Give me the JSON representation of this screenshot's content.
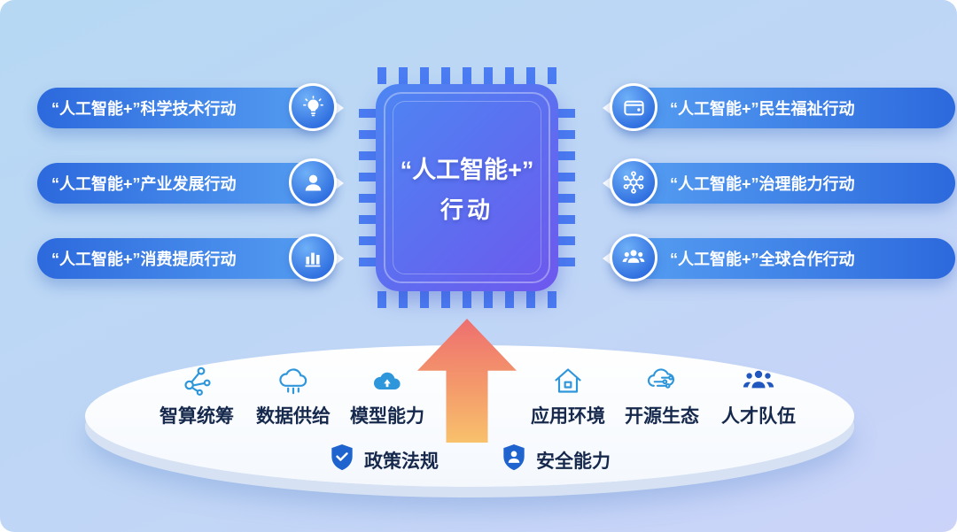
{
  "colors": {
    "background_top": "#b6d8f3",
    "background_bottom": "#cbd3f9",
    "pill_gradient_dark": "#2c69dd",
    "pill_gradient_light": "#57a0f3",
    "chip_gradient_start": "#4d86f2",
    "chip_gradient_end": "#6e58ee",
    "arrow_top": "#ee6f6f",
    "arrow_bottom": "#f8c16c",
    "platform_icon_blue": "#2e96db",
    "platform_solid_blue": "#2058c0",
    "shield_blue": "#1f63cf",
    "platform_text": "#16294d"
  },
  "center_chip": {
    "title_line1": "“人工智能+”",
    "title_line2": "行动"
  },
  "left_pills": [
    {
      "label": "“人工智能+”科学技术行动",
      "icon": "lightbulb-icon"
    },
    {
      "label": "“人工智能+”产业发展行动",
      "icon": "person-icon"
    },
    {
      "label": "“人工智能+”消费提质行动",
      "icon": "bar-chart-icon"
    }
  ],
  "right_pills": [
    {
      "label": "“人工智能+”民生福祉行动",
      "icon": "wallet-icon"
    },
    {
      "label": "“人工智能+”治理能力行动",
      "icon": "network-icon"
    },
    {
      "label": "“人工智能+”全球合作行动",
      "icon": "team-icon"
    }
  ],
  "platform": {
    "items_row1": [
      {
        "label": "智算统筹",
        "icon": "share-network-icon"
      },
      {
        "label": "数据供给",
        "icon": "cloud-data-icon"
      },
      {
        "label": "模型能力",
        "icon": "cloud-model-icon"
      },
      {
        "label": "应用环境",
        "icon": "home-icon"
      },
      {
        "label": "开源生态",
        "icon": "cloud-flow-icon"
      },
      {
        "label": "人才队伍",
        "icon": "people-icon"
      }
    ],
    "items_row2": [
      {
        "label": "政策法规",
        "icon": "shield-check-icon"
      },
      {
        "label": "安全能力",
        "icon": "shield-person-icon"
      }
    ]
  }
}
